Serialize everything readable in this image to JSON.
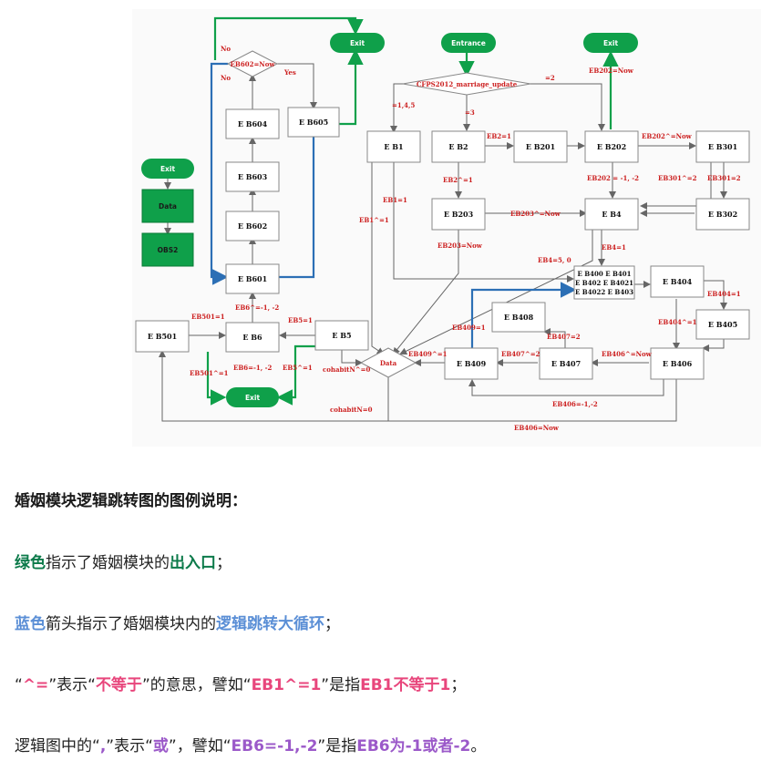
{
  "diagram": {
    "nodes": {
      "exit1": "Exit",
      "exit2": "Exit",
      "exit3": "Exit",
      "exit4": "Exit",
      "entrance": "Entrance",
      "data_box": "Data",
      "obs2": "OBS2",
      "eb602": "EB602=Now",
      "eb604": "E B604",
      "eb603": "E B603",
      "eb602box": "E B602",
      "eb601": "E B601",
      "eb605": "E B605",
      "eb501": "E B501",
      "eb6": "E B6",
      "eb5": "E B5",
      "data_diamond": "Data",
      "cfps": "CFPS2012_marriage_update",
      "eb1": "E B1",
      "eb2": "E B2",
      "eb201": "E B201",
      "eb202": "E B202",
      "eb301": "E B301",
      "eb203": "E B203",
      "eb4": "E B4",
      "eb302": "E B302",
      "eb400_l1": "E B400 E B401",
      "eb400_l2": "E B402 E B4021",
      "eb400_l3": "E B4022 E B403",
      "eb404": "E B404",
      "eb405": "E B405",
      "eb408": "E B408",
      "eb409": "E B409",
      "eb407": "E B407",
      "eb406": "E B406"
    },
    "labels": {
      "no1": "No",
      "no2": "No",
      "yes": "Yes",
      "eq2": "=2",
      "eq145": "=1,4,5",
      "eq3": "=3",
      "eb202now": "EB202=Now",
      "eb2eq1": "EB2=1",
      "eb202neq": "EB202^=Now",
      "eb2neq1": "EB2^=1",
      "eb202vals": "EB202 = -1, -2",
      "eb301neq2": "EB301^=2",
      "eb301eq2": "EB301=2",
      "eb1eq1": "EB1=1",
      "eb1neq1": "EB1^=1",
      "eb203neq": "EB203^=Now",
      "eb203now": "EB203=Now",
      "eb4eq1": "EB4=1",
      "eb4eq50": "EB4=5, 0",
      "eb404eq1": "EB404=1",
      "eb404neq1": "EB404^=1",
      "eb6neq": "EB6^=-1, -2",
      "eb501eq1": "EB501=1",
      "eb5eq1": "EB5=1",
      "eb6vals": "EB6=-1, -2",
      "eb501neq1": "EB501^=1",
      "eb5neq1": "EB5^=1",
      "cohabneq0": "cohabitN^=0",
      "cohabeq0": "cohabitN=0",
      "eb409eq1": "EB409=1",
      "eb409neq1": "EB409^=1",
      "eb407eq2": "EB407=2",
      "eb407neq2": "EB407^=2",
      "eb406neqnow": "EB406^=Now",
      "eb406vals": "EB406=-1,-2",
      "eb406now": "EB406=Now"
    }
  },
  "legend": {
    "heading": "婚姻模块逻辑跳转图的图例说明：",
    "line1": {
      "a": "绿色",
      "b": "指示了婚姻模块的",
      "c": "出入口",
      "d": "；"
    },
    "line2": {
      "a": "蓝色",
      "b": "箭头指示了婚姻模块内的",
      "c": "逻辑跳转大循环",
      "d": "；"
    },
    "line3": {
      "a": "“",
      "b": "^=",
      "c": "”表示“",
      "d": "不等于",
      "e": "”的意思，譬如“",
      "f": "EB1^=1",
      "g": "”是指",
      "h": "EB1不等于1",
      "i": "；"
    },
    "line4": {
      "a": "逻辑图中的“",
      "b": ",",
      "c": "”表示“",
      "d": "或",
      "e": "”，譬如“",
      "f": "EB6=-1,-2",
      "g": "”是指",
      "h": "EB6为-1或者-2",
      "i": "。"
    }
  },
  "colors": {
    "green": "#0fa04a",
    "blue": "#2c6fb5",
    "arrow": "#666666",
    "label_red": "#cc1f1f",
    "legend_green": "#0c7a4a",
    "legend_blue": "#5b8fd6",
    "legend_pink": "#e8467c",
    "legend_purple": "#9b59c9"
  }
}
